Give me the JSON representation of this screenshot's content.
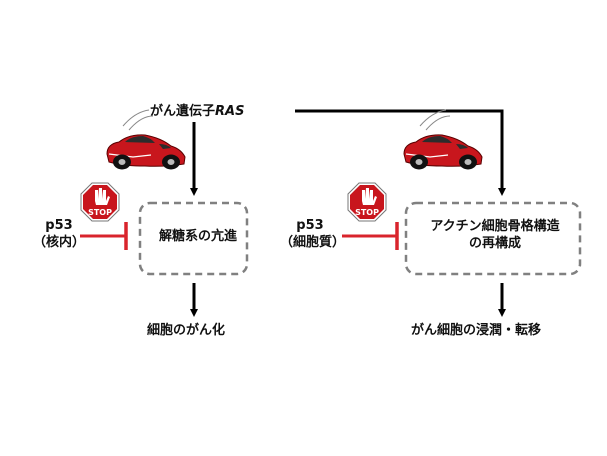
{
  "ras_label_prefix": "がん遺伝子",
  "ras_label_gene": "RAS",
  "left": {
    "p53_name": "p53",
    "p53_location": "（核内）",
    "process": "解糖系の亢進",
    "outcome": "細胞のがん化"
  },
  "right": {
    "p53_name": "p53",
    "p53_location": "（細胞質）",
    "process_line1": "アクチン細胞骨格構造",
    "process_line2": "の再構成",
    "outcome": "がん細胞の浸潤・転移"
  },
  "stop_sign_text": "STOP",
  "icons": [
    "race-car-icon",
    "stop-sign-icon"
  ],
  "colors": {
    "arrow": "#000000",
    "inhibit": "#d9242c",
    "car_body": "#c8161d",
    "stop_red": "#c8161d",
    "box_border": "#808080"
  }
}
